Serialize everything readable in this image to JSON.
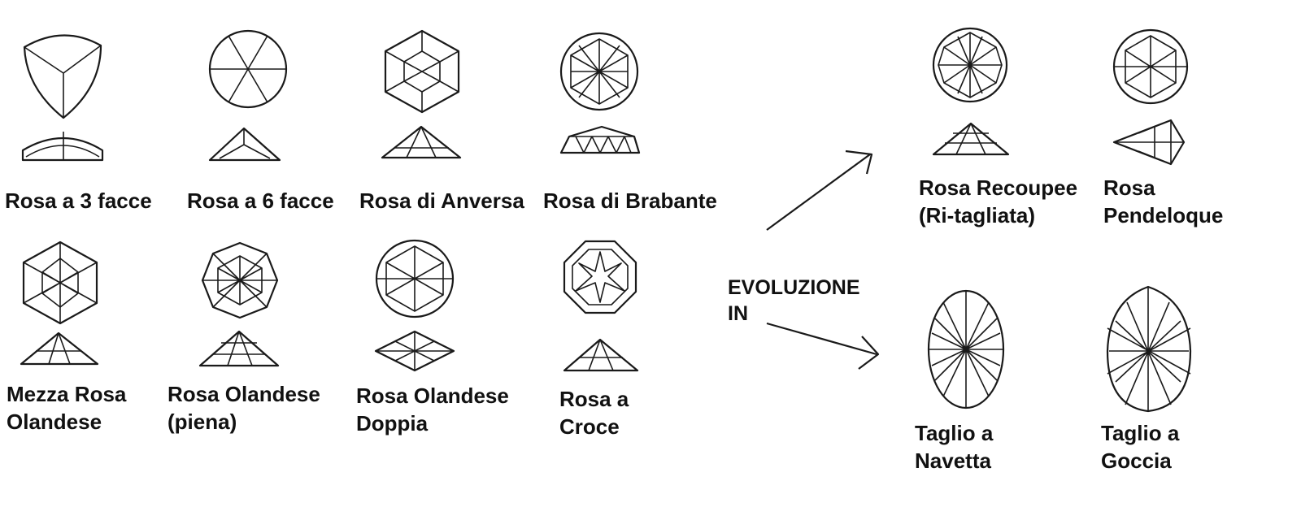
{
  "colors": {
    "ink": "#111111",
    "background": "#ffffff"
  },
  "top_row": [
    {
      "lines": [
        "Rosa a 3 facce"
      ]
    },
    {
      "lines": [
        "Rosa a 6 facce"
      ]
    },
    {
      "lines": [
        "Rosa di Anversa"
      ]
    },
    {
      "lines": [
        "Rosa di Brabante"
      ]
    }
  ],
  "bottom_row": [
    {
      "lines": [
        "Mezza Rosa",
        "Olandese"
      ]
    },
    {
      "lines": [
        "Rosa Olandese",
        "(piena)"
      ]
    },
    {
      "lines": [
        "Rosa Olandese",
        "Doppia"
      ]
    },
    {
      "lines": [
        "Rosa a",
        "Croce"
      ]
    }
  ],
  "evolution": {
    "lines": [
      "EVOLUZIONE",
      "IN"
    ]
  },
  "right_top": [
    {
      "lines": [
        "Rosa Recoupee",
        "(Ri-tagliata)"
      ]
    },
    {
      "lines": [
        "Rosa",
        "Pendeloque"
      ]
    }
  ],
  "right_bottom": [
    {
      "lines": [
        "Taglio a",
        "Navetta"
      ]
    },
    {
      "lines": [
        "Taglio a",
        "Goccia"
      ]
    }
  ]
}
